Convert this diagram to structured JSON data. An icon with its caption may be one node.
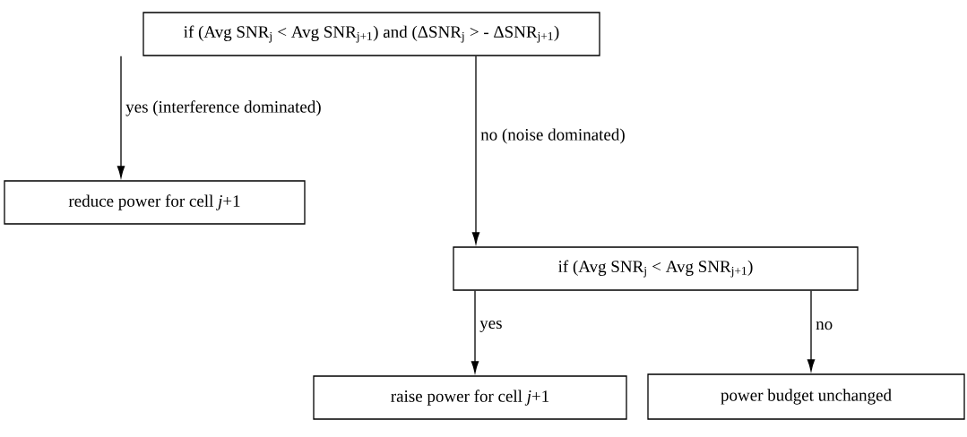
{
  "diagram": {
    "nodes": [
      {
        "text": [
          "if (Avg SNR$_{j}$ < Avg SNR$_{j+1}$) and (ΔSNR$_{j}$ > - ΔSNR$_{j+1}$)"
        ]
      },
      {
        "text": [
          "reduce power for cell *j*+1"
        ]
      },
      {
        "text": [
          "if (Avg SNR$_{j}$ < Avg SNR$_{j+1}$)"
        ]
      },
      {
        "text": [
          "raise power for cell *j*+1"
        ]
      },
      {
        "text": [
          "power budget unchanged"
        ]
      }
    ],
    "edges": [
      {
        "from": 0,
        "to": 1,
        "arrow": "to",
        "label": "yes (interference dominated)"
      },
      {
        "from": 0,
        "to": 2,
        "arrow": "to",
        "label": "no (noise dominated)"
      },
      {
        "from": 2,
        "to": 3,
        "arrow": "to",
        "label": "yes"
      },
      {
        "from": 2,
        "to": 4,
        "arrow": "to",
        "label": "no"
      }
    ]
  }
}
